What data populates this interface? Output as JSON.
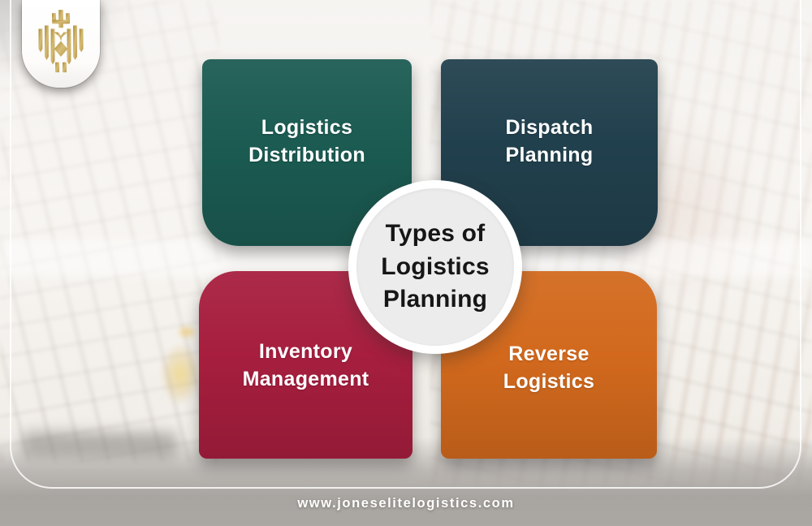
{
  "brand": {
    "crest_icon": "gold-crest-icon",
    "gold_color": "#C2A258",
    "badge_color": "#FFFFFF"
  },
  "title": {
    "lines": [
      "Types of",
      "Logistics",
      "Planning"
    ],
    "text_color": "#161616"
  },
  "circle": {
    "ring_color": "#FFFFFF",
    "fill_color": "#ECECEC"
  },
  "cards": [
    {
      "id": "logistics-distribution",
      "line1": "Logistics",
      "line2": "Distribution",
      "color": "#1B5B52",
      "position": "top-left"
    },
    {
      "id": "dispatch-planning",
      "line1": "Dispatch",
      "line2": "Planning",
      "color": "#21404D",
      "position": "top-right"
    },
    {
      "id": "inventory-management",
      "line1": "Inventory",
      "line2": "Management",
      "color": "#A71E3E",
      "position": "bottom-left"
    },
    {
      "id": "reverse-logistics",
      "line1": "Reverse",
      "line2": "Logistics",
      "color": "#D2691D",
      "position": "bottom-right"
    }
  ],
  "footer": {
    "website": "www.joneselitelogistics.com"
  }
}
